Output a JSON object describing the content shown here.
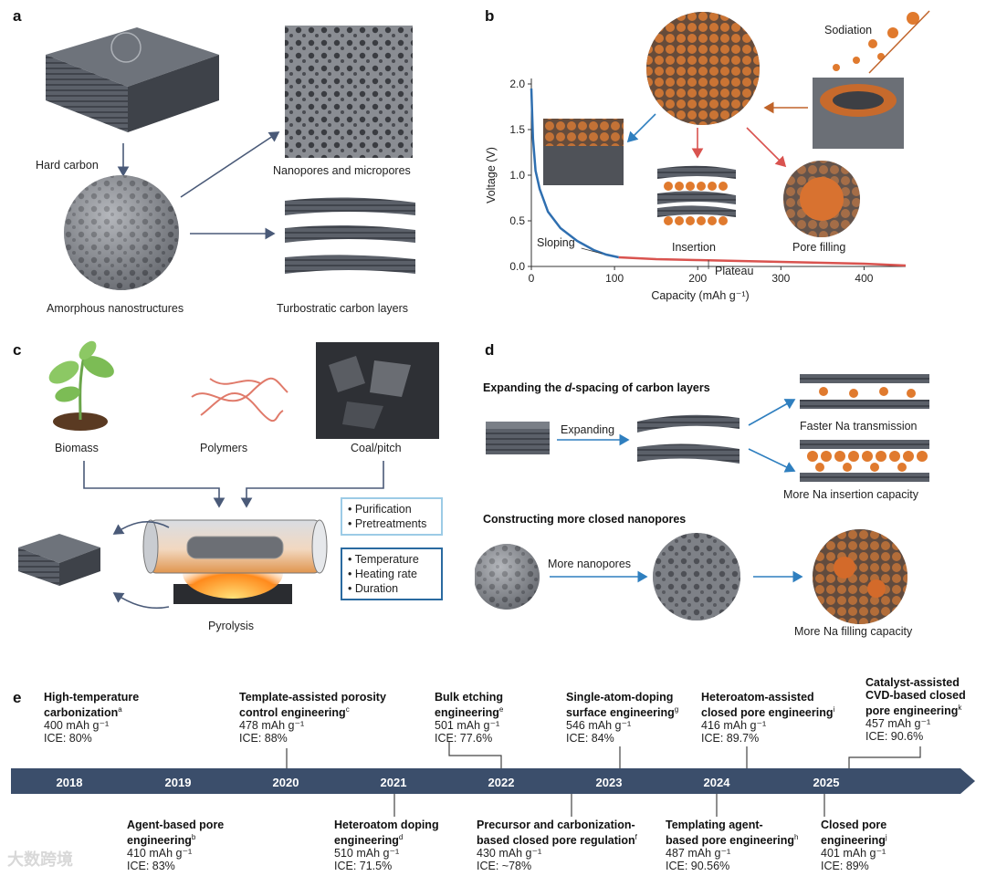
{
  "panels": {
    "a": "a",
    "b": "b",
    "c": "c",
    "d": "d",
    "e": "e"
  },
  "panel_a": {
    "hard_carbon": "Hard carbon",
    "nanopores": "Nanopores and micropores",
    "amorphous": "Amorphous nanostructures",
    "turbostratic": "Turbostratic carbon layers"
  },
  "panel_b": {
    "sodiation": "Sodiation",
    "insertion": "Insertion",
    "pore_filling": "Pore filling",
    "sloping": "Sloping",
    "plateau": "Plateau",
    "colors": {
      "sloping": "#2f6fb0",
      "plateau": "#d9534f",
      "arrow_orange": "#c0642a"
    }
  },
  "chart_data": {
    "type": "line",
    "xlabel": "Capacity (mAh g⁻¹)",
    "ylabel": "Voltage (V)",
    "xlim": [
      0,
      450
    ],
    "ylim": [
      0,
      2.0
    ],
    "x_ticks": [
      "0",
      "100",
      "200",
      "300",
      "400"
    ],
    "y_ticks": [
      "0.0",
      "0.5",
      "1.0",
      "1.5",
      "2.0"
    ],
    "series": [
      {
        "name": "Sloping",
        "x": [
          0,
          2,
          5,
          10,
          20,
          35,
          55,
          75,
          90,
          105
        ],
        "y": [
          1.95,
          1.4,
          1.05,
          0.85,
          0.6,
          0.42,
          0.28,
          0.18,
          0.13,
          0.1
        ]
      },
      {
        "name": "Plateau",
        "x": [
          105,
          150,
          200,
          250,
          300,
          350,
          400,
          450
        ],
        "y": [
          0.1,
          0.08,
          0.07,
          0.06,
          0.05,
          0.04,
          0.03,
          0.01
        ]
      }
    ],
    "grid": false
  },
  "panel_c": {
    "biomass": "Biomass",
    "polymers": "Polymers",
    "coal": "Coal/pitch",
    "pyrolysis": "Pyrolysis",
    "box1": [
      "• Purification",
      "• Pretreatments"
    ],
    "box2": [
      "• Temperature",
      "• Heating rate",
      "• Duration"
    ]
  },
  "panel_d": {
    "head1_pre": "Expanding the ",
    "head1_d": "d",
    "head1_post": "-spacing of carbon layers",
    "expanding": "Expanding",
    "faster": "Faster Na transmission",
    "more_insertion": "More Na insertion capacity",
    "head2": "Constructing more closed nanopores",
    "more_nanopores": "More nanopores",
    "more_filling": "More Na filling capacity"
  },
  "timeline": {
    "years": [
      "2018",
      "2019",
      "2020",
      "2021",
      "2022",
      "2023",
      "2024",
      "2025"
    ],
    "bar_color": "#3b4e6b",
    "top": [
      {
        "title": [
          "High-temperature",
          "carbonization"
        ],
        "sup": "a",
        "cap": "400 mAh g⁻¹",
        "ice": "ICE: 80%"
      },
      {
        "title": [
          "Template-assisted porosity",
          "control engineering"
        ],
        "sup": "c",
        "cap": "478 mAh g⁻¹",
        "ice": "ICE: 88%"
      },
      {
        "title": [
          "Bulk etching",
          "engineering"
        ],
        "sup": "e",
        "cap": "501 mAh g⁻¹",
        "ice": "ICE: 77.6%"
      },
      {
        "title": [
          "Single-atom-doping",
          "surface engineering"
        ],
        "sup": "g",
        "cap": "546 mAh g⁻¹",
        "ice": "ICE: 84%"
      },
      {
        "title": [
          "Heteroatom-assisted",
          "closed pore engineering"
        ],
        "sup": "i",
        "cap": "416 mAh g⁻¹",
        "ice": "ICE: 89.7%"
      },
      {
        "title": [
          "Catalyst-assisted",
          "CVD-based closed",
          "pore engineering"
        ],
        "sup": "k",
        "cap": "457 mAh g⁻¹",
        "ice": "ICE: 90.6%"
      }
    ],
    "bottom": [
      {
        "title": [
          "Agent-based pore",
          "engineering"
        ],
        "sup": "b",
        "cap": "410 mAh g⁻¹",
        "ice": "ICE: 83%"
      },
      {
        "title": [
          "Heteroatom doping",
          "engineering"
        ],
        "sup": "d",
        "cap": "510 mAh g⁻¹",
        "ice": "ICE: 71.5%"
      },
      {
        "title": [
          "Precursor and carbonization-",
          "based closed pore regulation"
        ],
        "sup": "f",
        "cap": "430 mAh g⁻¹",
        "ice": "ICE: ~78%"
      },
      {
        "title": [
          "Templating agent-",
          "based pore engineering"
        ],
        "sup": "h",
        "cap": "487 mAh g⁻¹",
        "ice": "ICE: 90.56%"
      },
      {
        "title": [
          "Closed pore",
          "engineering"
        ],
        "sup": "j",
        "cap": "401 mAh g⁻¹",
        "ice": "ICE: 89%"
      }
    ]
  },
  "watermark": "大数跨境"
}
